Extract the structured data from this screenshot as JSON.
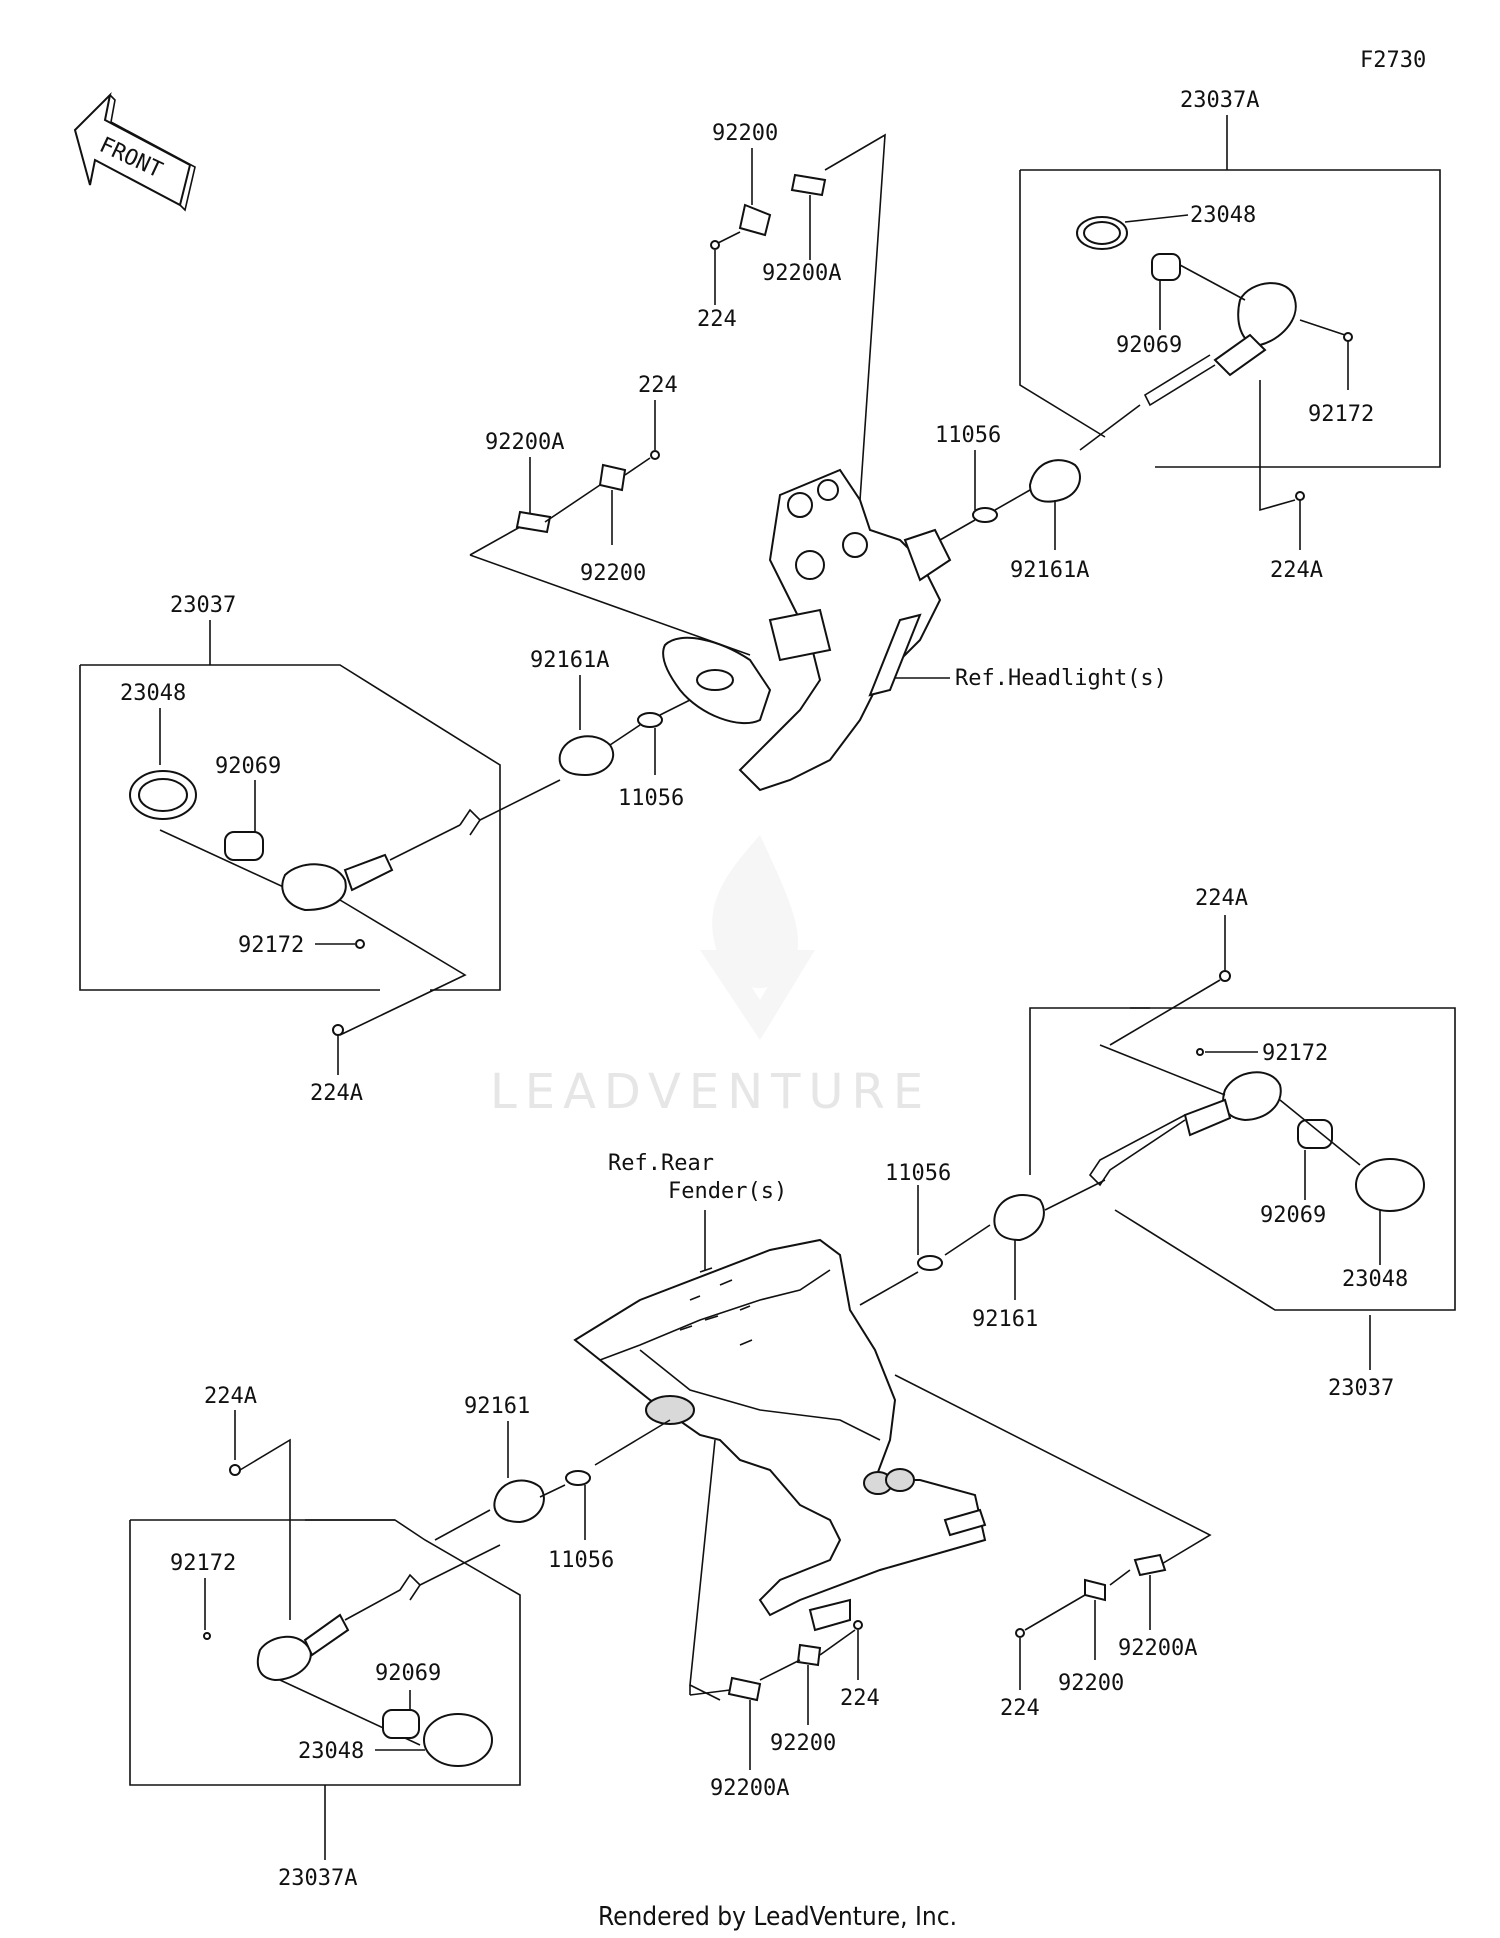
{
  "figure_code": "F2730",
  "front_label": "FRONT",
  "watermark": "LEADVENTURE",
  "footer": "Rendered by LeadVenture, Inc.",
  "refs": {
    "headlight": "Ref.Headlight(s)",
    "rear_fender_line1": "Ref.Rear",
    "rear_fender_line2": "Fender(s)"
  },
  "parts": {
    "p23037A": "23037A",
    "p23037": "23037",
    "p23048": "23048",
    "p92069": "92069",
    "p92172": "92172",
    "p224A": "224A",
    "p224": "224",
    "p11056": "11056",
    "p92161A": "92161A",
    "p92161": "92161",
    "p92200": "92200",
    "p92200A": "92200A"
  }
}
